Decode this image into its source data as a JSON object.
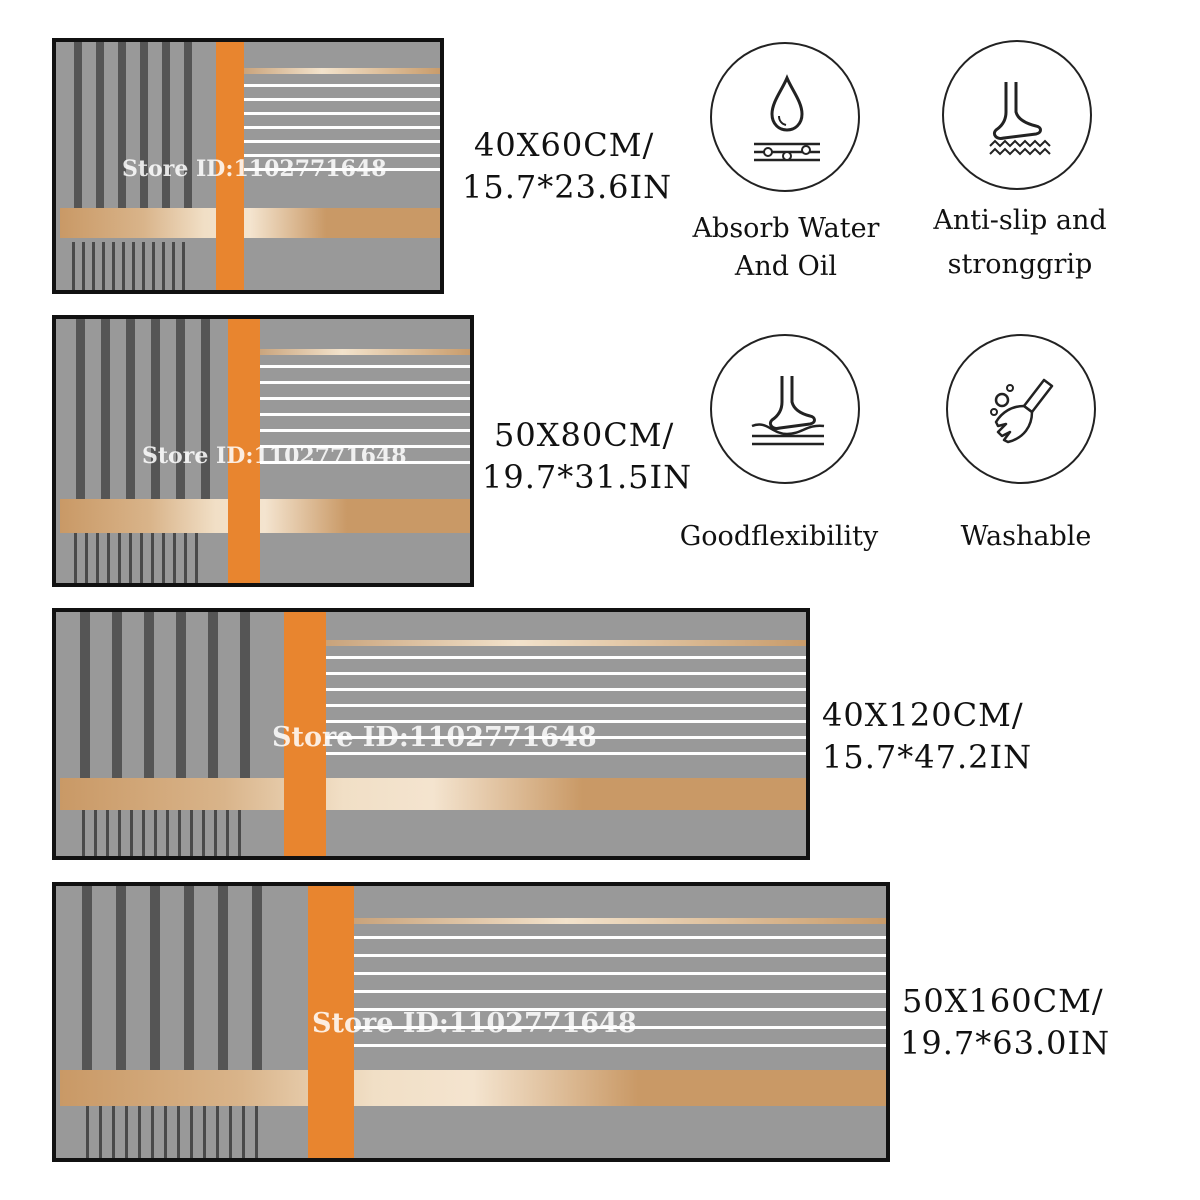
{
  "mats": [
    {
      "size_cm": "40X60CM/",
      "size_in": "15.7*23.6IN",
      "watermark": "Store ID:1102771648"
    },
    {
      "size_cm": "50X80CM/",
      "size_in": "19.7*31.5IN",
      "watermark": "Store ID:1102771648"
    },
    {
      "size_cm": "40X120CM/",
      "size_in": "15.7*47.2IN",
      "watermark": "Store ID:1102771648"
    },
    {
      "size_cm": "50X160CM/",
      "size_in": "19.7*63.0IN",
      "watermark": "Store ID:1102771648"
    }
  ],
  "features": [
    {
      "icon": "water-drop-icon",
      "line1": "Absorb Water",
      "line2": "And Oil"
    },
    {
      "icon": "foot-waves-icon",
      "line1": "Anti-slip and",
      "line2": "stronggrip"
    },
    {
      "icon": "foot-cushion-icon",
      "line1": "Goodflexibility",
      "line2": ""
    },
    {
      "icon": "brush-bubbles-icon",
      "line1": "Washable",
      "line2": ""
    }
  ],
  "colors": {
    "orange": "#e8852f",
    "gray": "#999999",
    "dark_stripe": "#555555",
    "gold": "#c99966"
  }
}
